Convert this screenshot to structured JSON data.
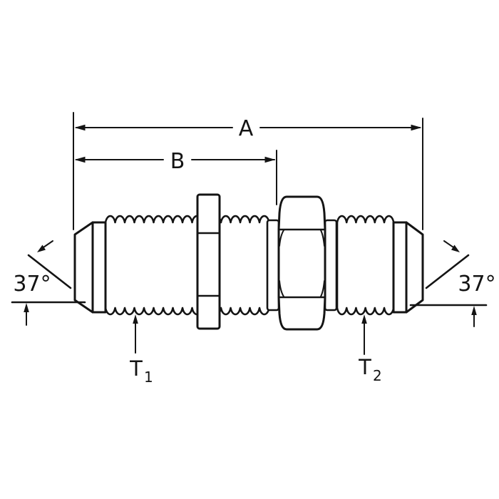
{
  "colors": {
    "background": "#ffffff",
    "ink": "#141414"
  },
  "labels": {
    "dim_a": "A",
    "dim_b": "B",
    "angle_left": "37°",
    "angle_right": "37°",
    "t1_base": "T",
    "t1_sub": "1",
    "t2_base": "T",
    "t2_sub": "2"
  }
}
